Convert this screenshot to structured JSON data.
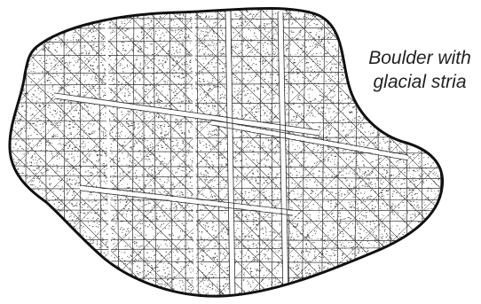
{
  "caption": {
    "line1": "Boulder with",
    "line2": "glacial stria"
  },
  "illustration": {
    "subject": "boulder",
    "colors": {
      "outline": "#111111",
      "stipple": "#1a1a1a",
      "striae": "#333333",
      "background": "#ffffff"
    }
  }
}
